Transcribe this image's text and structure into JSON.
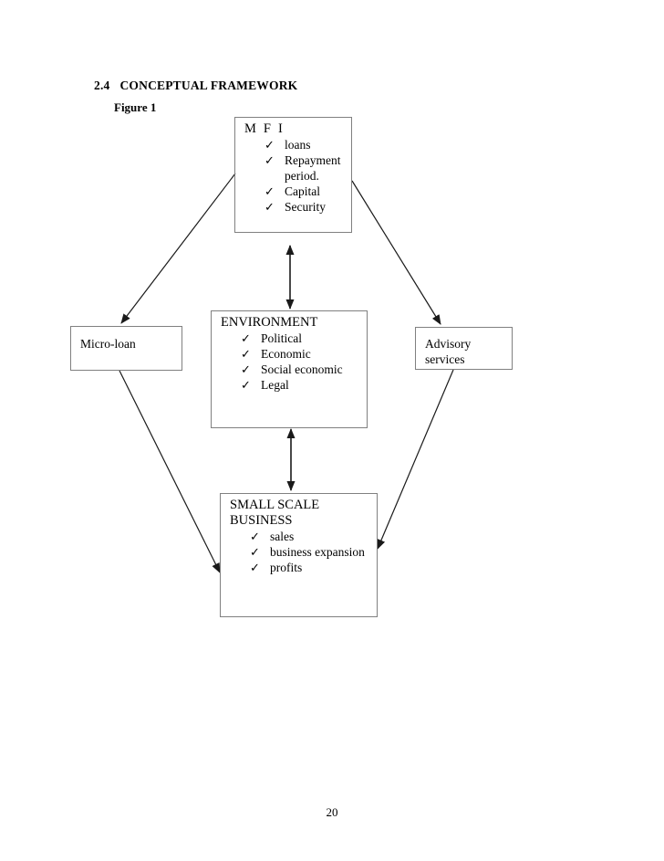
{
  "document": {
    "section_number": "2.4",
    "section_title": "CONCEPTUAL FRAMEWORK",
    "figure_label": "Figure 1",
    "page_number": "20"
  },
  "diagram": {
    "type": "conceptual-framework-flow",
    "bullet_glyph": "✓",
    "border_color": "#808080",
    "arrow_color": "#1a1a1a",
    "nodes": [
      {
        "id": "mfi",
        "title": "M F I",
        "items": [
          "loans",
          "Repayment\nperiod.",
          "Capital",
          "Security"
        ]
      },
      {
        "id": "environment",
        "title": "ENVIRONMENT",
        "items": [
          "Political",
          "Economic",
          "Social economic",
          "Legal"
        ]
      },
      {
        "id": "business",
        "title": "SMALL SCALE\nBUSINESS",
        "items": [
          "sales",
          "business expansion",
          "profits"
        ]
      },
      {
        "id": "microloan",
        "title": "Micro-loan",
        "items": []
      },
      {
        "id": "advisory",
        "title": "Advisory\nservices",
        "items": []
      }
    ],
    "connections": [
      {
        "from": "mfi",
        "to": "microloan",
        "style": "single-arrow"
      },
      {
        "from": "mfi",
        "to": "advisory",
        "style": "single-arrow"
      },
      {
        "from": "microloan",
        "to": "business",
        "style": "single-arrow"
      },
      {
        "from": "advisory",
        "to": "business",
        "style": "single-arrow"
      },
      {
        "from": "mfi",
        "to": "environment",
        "style": "double-arrow"
      },
      {
        "from": "environment",
        "to": "business",
        "style": "double-arrow"
      }
    ]
  }
}
